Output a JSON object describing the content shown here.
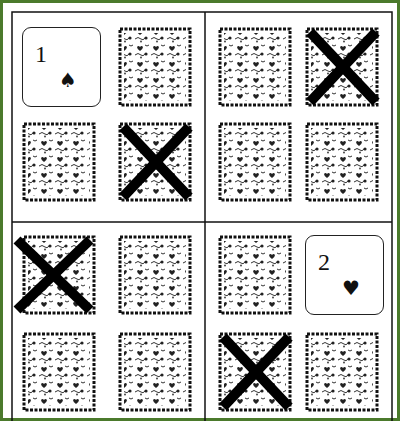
{
  "diagram": {
    "nodes": [
      {
        "text": [
          "1",
          "♠"
        ]
      },
      {
        "text": [
          "2",
          "♥"
        ]
      }
    ]
  }
}
